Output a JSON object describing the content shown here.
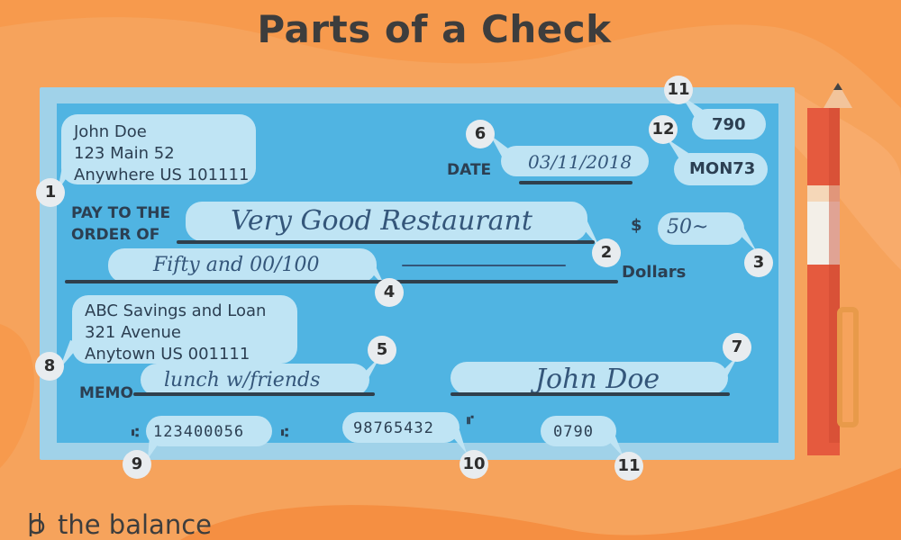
{
  "title": "Parts of a Check",
  "payer": {
    "name": "John Doe",
    "street": "123 Main 52",
    "city": "Anywhere US 101111"
  },
  "date_label": "DATE",
  "date_value": "03/11/2018",
  "check_number_top": "790",
  "code_value": "MON73",
  "pay_to_label_1": "PAY TO THE",
  "pay_to_label_2": "ORDER OF",
  "payee": "Very Good Restaurant",
  "dollar_sign": "$",
  "amount_numeric": "50~",
  "amount_words": "Fifty and 00/100",
  "dollars_label": "Dollars",
  "bank": {
    "name": "ABC Savings and Loan",
    "street": "321 Avenue",
    "city": "Anytown US 001111"
  },
  "memo_label": "MEMO",
  "memo_value": "lunch w/friends",
  "signature": "John Doe",
  "routing_number": "123400056",
  "account_number": "98765432",
  "check_number_bottom": "0790",
  "markers": {
    "payer_info": "1",
    "payee": "2",
    "amount_numeric": "3",
    "amount_words": "4",
    "memo": "5",
    "date": "6",
    "signature": "7",
    "bank_info": "8",
    "routing": "9",
    "account": "10",
    "check_number_bottom": "11",
    "check_number_top": "11",
    "code": "12"
  },
  "logo_text": "the balance",
  "colors": {
    "background": "#f6a35c",
    "blob": "#f79a4d",
    "check_frame": "#a0d2e9",
    "check_body": "#50b4e2",
    "bubble": "#bfe4f4",
    "pencil_red": "#e55a3e",
    "text_dark": "#2c3f52"
  },
  "icons": [
    "pencil-icon",
    "balance-logo-icon"
  ]
}
